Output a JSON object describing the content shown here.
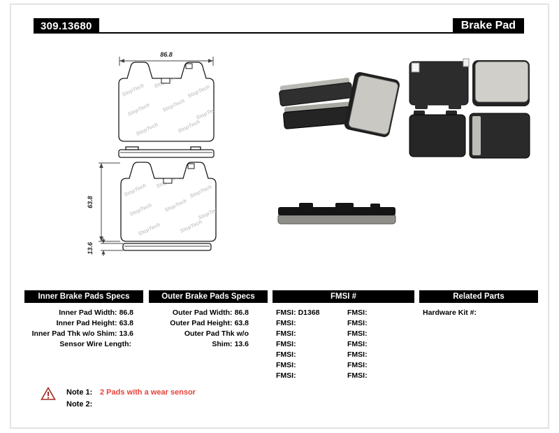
{
  "header": {
    "part_number": "309.13680",
    "title": "Brake Pad"
  },
  "colors": {
    "header_bg": "#000000",
    "note_text_red": "#e8413a"
  },
  "diagram": {
    "width_label": "86.8",
    "height_label": "63.8",
    "thickness_label": "13.6",
    "watermark": "StopTech"
  },
  "specs": {
    "inner": {
      "title": "Inner Brake Pads Specs",
      "rows": [
        {
          "label": "Inner Pad Width:",
          "value": "86.8"
        },
        {
          "label": "Inner Pad Height:",
          "value": "63.8"
        },
        {
          "label": "Inner Pad Thk w/o Shim:",
          "value": "13.6"
        },
        {
          "label": "Sensor Wire Length:",
          "value": ""
        }
      ]
    },
    "outer": {
      "title": "Outer Brake Pads Specs",
      "rows": [
        {
          "label": "Outer Pad Width:",
          "value": "86.8"
        },
        {
          "label": "Outer Pad Height:",
          "value": "63.8"
        },
        {
          "label": "Outer Pad Thk w/o Shim:",
          "value": "13.6"
        }
      ]
    },
    "fmsi": {
      "title": "FMSI #",
      "col1": [
        {
          "label": "FMSI:",
          "value": "D1368"
        },
        {
          "label": "FMSI:",
          "value": ""
        },
        {
          "label": "FMSI:",
          "value": ""
        },
        {
          "label": "FMSI:",
          "value": ""
        },
        {
          "label": "FMSI:",
          "value": ""
        },
        {
          "label": "FMSI:",
          "value": ""
        },
        {
          "label": "FMSI:",
          "value": ""
        }
      ],
      "col2": [
        {
          "label": "FMSI:",
          "value": ""
        },
        {
          "label": "FMSI:",
          "value": ""
        },
        {
          "label": "FMSI:",
          "value": ""
        },
        {
          "label": "FMSI:",
          "value": ""
        },
        {
          "label": "FMSI:",
          "value": ""
        },
        {
          "label": "FMSI:",
          "value": ""
        },
        {
          "label": "FMSI:",
          "value": ""
        }
      ]
    },
    "related": {
      "title": "Related Parts",
      "rows": [
        {
          "label": "Hardware Kit #:",
          "value": ""
        }
      ]
    }
  },
  "notes": {
    "note1_label": "Note 1:",
    "note1_text": "2 Pads with a wear sensor",
    "note2_label": "Note 2:",
    "note2_text": ""
  }
}
